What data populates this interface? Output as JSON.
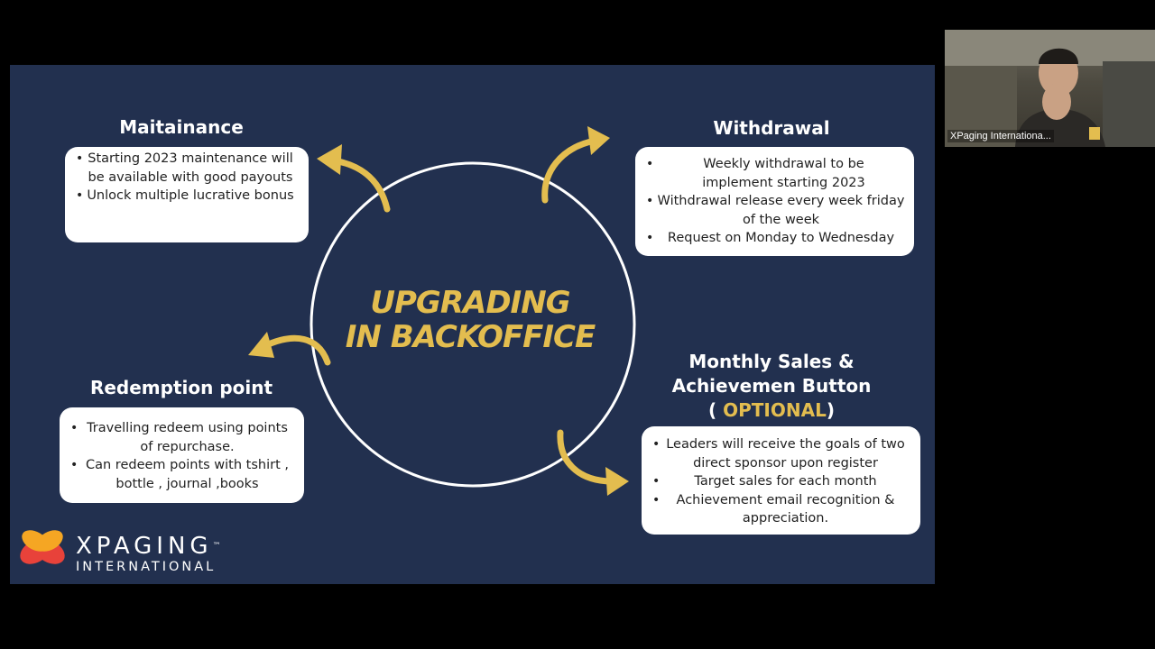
{
  "slide": {
    "center_title_line1": "UPGRADING",
    "center_title_line2": "IN BACKOFFICE",
    "sections": {
      "maintenance": {
        "heading": "Maitainance",
        "items": [
          "Starting 2023 maintenance will be available with good payouts",
          "Unlock multiple lucrative bonus"
        ]
      },
      "withdrawal": {
        "heading": "Withdrawal",
        "items": [
          "Weekly withdrawal to be implement starting 2023",
          "Withdrawal release every week friday of the week",
          "Request on Monday to Wednesday"
        ]
      },
      "redemption": {
        "heading": "Redemption point",
        "items": [
          "Travelling redeem using points of repurchase.",
          "Can redeem points with tshirt , bottle , journal ,books"
        ]
      },
      "monthly": {
        "heading_line1": "Monthly Sales &",
        "heading_line2": "Achievemen Button",
        "paren_open": "( ",
        "optional": "OPTIONAL",
        "paren_close": ")",
        "items": [
          "Leaders will receive the goals of two direct sponsor upon register",
          "Target sales for each month",
          "Achievement email recognition & appreciation."
        ]
      }
    },
    "logo": {
      "name": "XPAGING",
      "tm": "™",
      "sub": "INTERNATIONAL"
    }
  },
  "video": {
    "participant_name": "XPaging Internationa..."
  },
  "colors": {
    "slide_bg": "#22304f",
    "accent_gold": "#e3bd4f",
    "logo_red": "#e8423a",
    "logo_orange": "#f5a623"
  }
}
